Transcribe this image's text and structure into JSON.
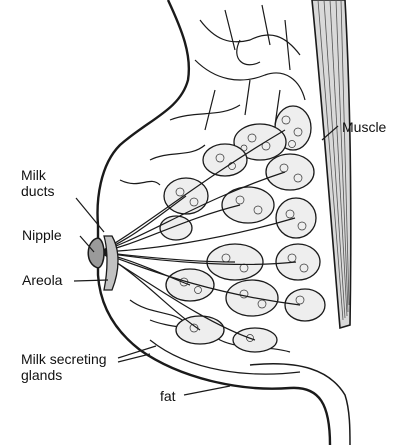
{
  "labels": {
    "muscle": "Muscle",
    "milk_ducts": [
      "Milk",
      "ducts"
    ],
    "nipple": "Nipple",
    "areola": "Areola",
    "milk_glands": [
      "Milk secreting",
      "glands"
    ],
    "fat": "fat"
  },
  "colors": {
    "line": "#1a1a1a",
    "muscle_fill": "#d9d9d9",
    "skin_fill": "#f4f4f4",
    "nipple_fill": "#9a9a9a",
    "areola_fill": "#c2c2c2"
  }
}
